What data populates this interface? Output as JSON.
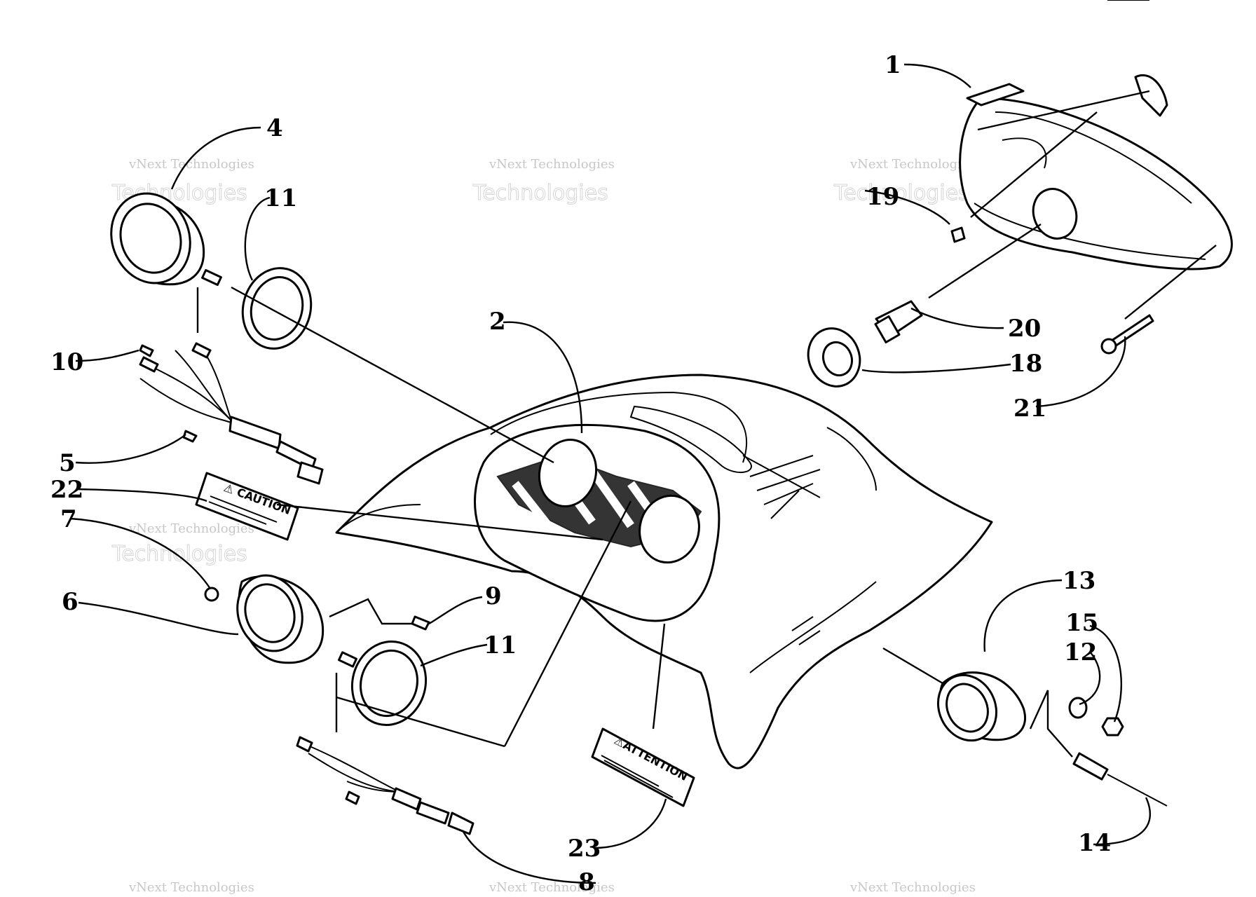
{
  "callouts": {
    "p1": "1",
    "p2": "2",
    "p4": "4",
    "p5": "5",
    "p6": "6",
    "p7": "7",
    "p8": "8",
    "p9": "9",
    "p10": "10",
    "p11a": "11",
    "p11b": "11",
    "p12": "12",
    "p13": "13",
    "p14": "14",
    "p15": "15",
    "p18": "18",
    "p19": "19",
    "p20": "20",
    "p21": "21",
    "p22": "22",
    "p23": "23"
  },
  "decals": {
    "caution": "⚠ CAUTION",
    "attention": "⚠ATTENTION"
  },
  "watermark": {
    "line1": "vNext Technologies",
    "line2": "Technologies"
  },
  "colors": {
    "ink": "#000000",
    "paper": "#ffffff",
    "watermark": "#9a9a9a"
  }
}
